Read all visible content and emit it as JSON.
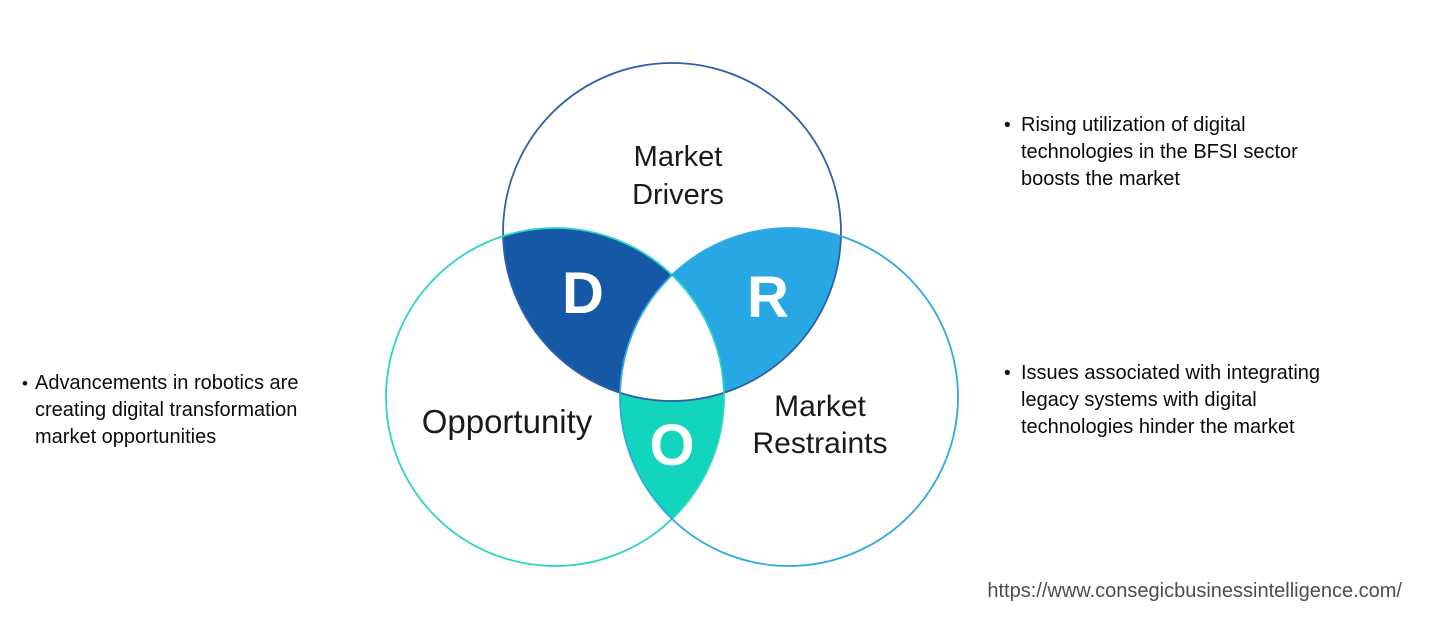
{
  "diagram": {
    "circles": {
      "drivers": {
        "label_line1": "Market",
        "label_line2": "Drivers",
        "stroke": "#2E5FA9"
      },
      "opportunity": {
        "label": "Opportunity",
        "stroke": "#2BD5C2"
      },
      "restraints": {
        "label_line1": "Market",
        "label_line2": "Restraints",
        "stroke": "#2FA9E2"
      }
    },
    "intersections": {
      "drivers_opportunity": {
        "letter": "D",
        "fill": "#1559A6"
      },
      "drivers_restraints": {
        "letter": "R",
        "fill": "#27A7E3"
      },
      "opportunity_restraints": {
        "letter": "O",
        "fill": "#12D5BD"
      }
    }
  },
  "bullets": {
    "opportunity": {
      "marker": "•",
      "lines": [
        "Advancements in robotics are",
        "creating digital transformation",
        "market opportunities"
      ]
    },
    "drivers": {
      "marker": "•",
      "lines": [
        "Rising utilization of digital",
        "technologies in the BFSI sector",
        "boosts the market"
      ]
    },
    "restraints": {
      "marker": "•",
      "lines": [
        "Issues associated with integrating",
        "legacy systems with digital",
        "technologies hinder the market"
      ]
    }
  },
  "footer": {
    "url": "https://www.consegicbusinessintelligence.com/"
  }
}
